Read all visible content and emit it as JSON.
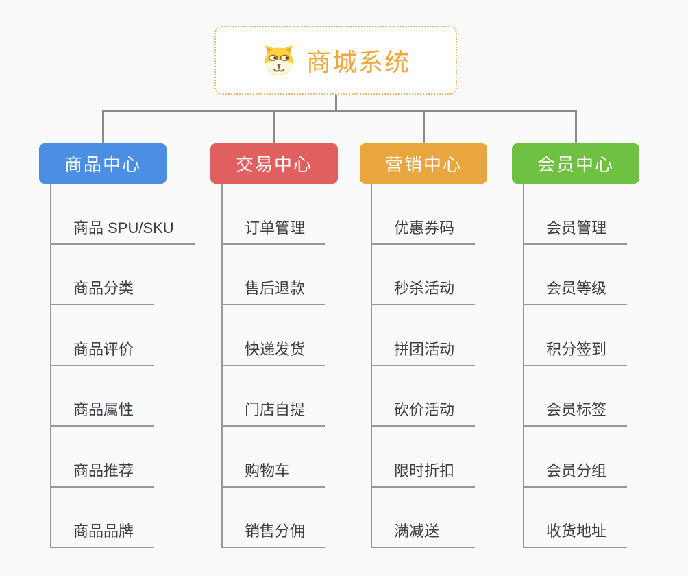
{
  "root": {
    "title": "商城系统",
    "icon": "dog-face-icon"
  },
  "branches": [
    {
      "label": "商品中心",
      "color": "#4a8fe4",
      "items": [
        "商品 SPU/SKU",
        "商品分类",
        "商品评价",
        "商品属性",
        "商品推荐",
        "商品品牌"
      ]
    },
    {
      "label": "交易中心",
      "color": "#e25f5f",
      "items": [
        "订单管理",
        "售后退款",
        "快递发货",
        "门店自提",
        "购物车",
        "销售分佣"
      ]
    },
    {
      "label": "营销中心",
      "color": "#e9a63e",
      "items": [
        "优惠券码",
        "秒杀活动",
        "拼团活动",
        "砍价活动",
        "限时折扣",
        "满减送"
      ]
    },
    {
      "label": "会员中心",
      "color": "#6fc142",
      "items": [
        "会员管理",
        "会员等级",
        "积分签到",
        "会员标签",
        "会员分组",
        "收货地址"
      ]
    }
  ],
  "colors": {
    "background": "#fafafa",
    "connector": "#8a8a8a",
    "child_line": "#95989d",
    "child_text": "#3b4045",
    "root_title": "#f0a83c",
    "root_border": "#eeb564"
  }
}
